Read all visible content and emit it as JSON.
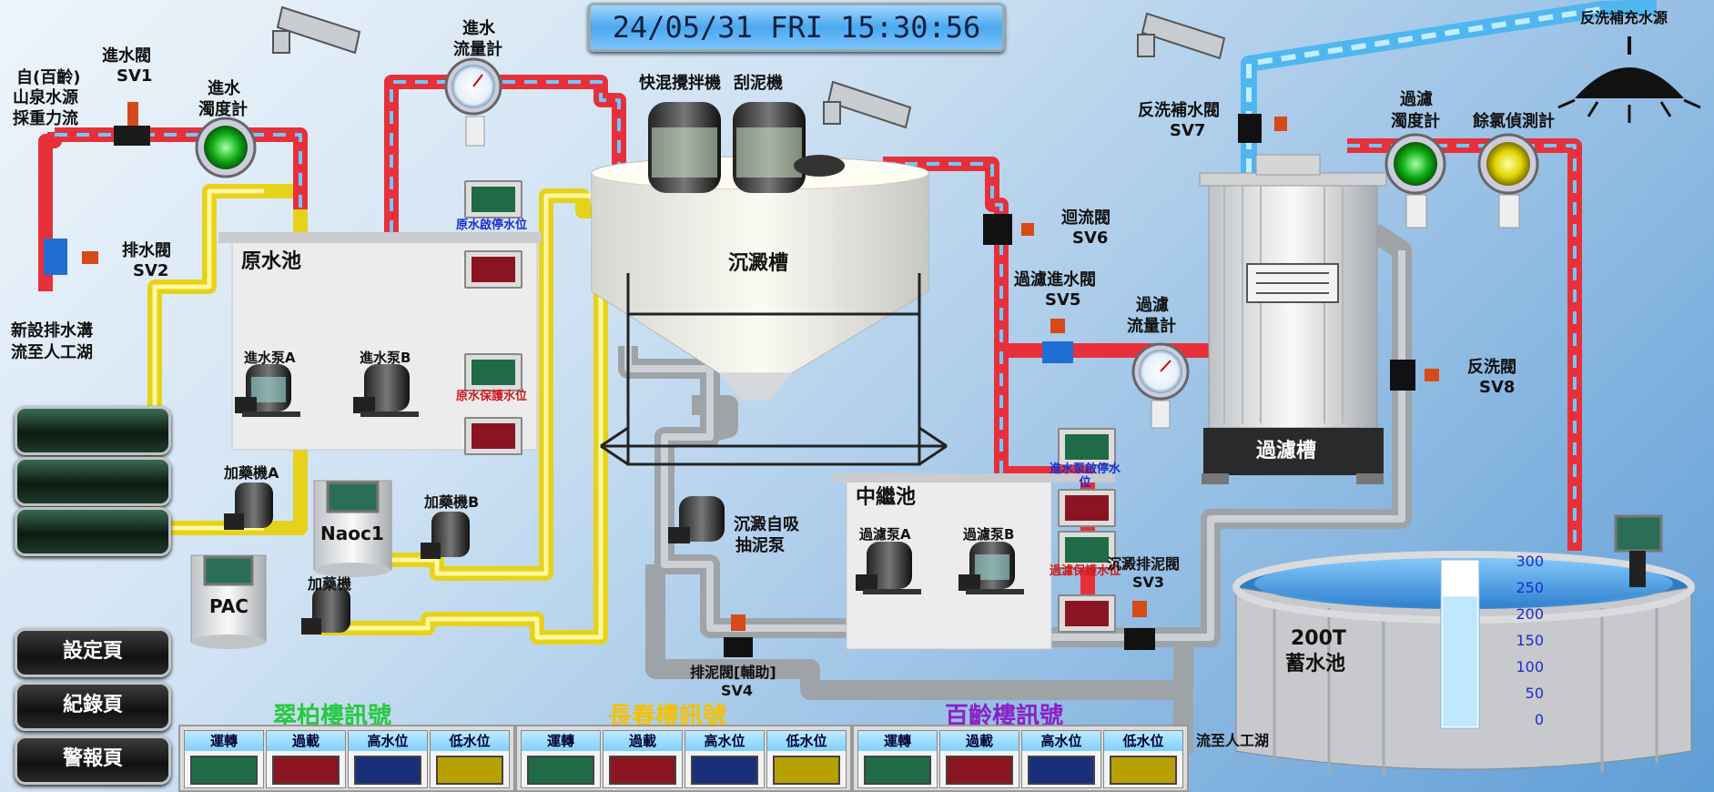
{
  "clock": "24/05/31 FRI 15:30:56",
  "source": {
    "title_lines": [
      "自(百齡)",
      "山泉水源",
      "採重力流"
    ]
  },
  "valves": {
    "sv1": [
      "進水閥",
      "SV1"
    ],
    "sv2": [
      "排水閥",
      "SV2"
    ],
    "sv3": [
      "沉澱排泥閥",
      "SV3"
    ],
    "sv4": [
      "排泥閥[輔助]",
      "SV4"
    ],
    "sv5": [
      "過濾進水閥",
      "SV5"
    ],
    "sv6": [
      "迴流閥",
      "SV6"
    ],
    "sv7": [
      "反洗補水閥",
      "SV7"
    ],
    "sv8": [
      "反洗閥",
      "SV8"
    ]
  },
  "meters": {
    "inlet_turbidity": [
      "進水",
      "濁度計"
    ],
    "inlet_flow": [
      "進水",
      "流量計"
    ],
    "filter_flow": [
      "過濾",
      "流量計"
    ],
    "filter_turbidity": [
      "過濾",
      "濁度計"
    ],
    "residual_chlorine": [
      "餘氯偵測計"
    ]
  },
  "drain_note": [
    "新設排水溝",
    "流至人工湖"
  ],
  "raw_tank": {
    "title": "原水池",
    "pump_a": "進水泵A",
    "pump_b": "進水泵B",
    "stop_level": "原水啟停水位",
    "protect_level": "原水保護水位"
  },
  "sedimentation": {
    "title": "沉澱槽",
    "mixer": "快混攪拌機",
    "scraper": "刮泥機",
    "sludge_pump": [
      "沉澱自吸",
      "抽泥泵"
    ]
  },
  "relay_tank": {
    "title": "中繼池",
    "pump_a": "過濾泵A",
    "pump_b": "過濾泵B",
    "stop_level": "進水泵啟停水位",
    "protect_level": "過濾保護水位"
  },
  "filter_tank": {
    "title": "過濾槽"
  },
  "storage_tank": {
    "title": [
      "200T",
      "蓄水池"
    ],
    "scale": [
      "300",
      "250",
      "200",
      "150",
      "100",
      "50",
      "0"
    ]
  },
  "dosing": {
    "machine_a": "加藥機A",
    "machine_b": "加藥機B",
    "machine": "加藥機",
    "naoc1": "Naoc1",
    "pac": "PAC"
  },
  "backwash_source": "反洗補充水源",
  "outflow": "流至人工湖",
  "buttons": {
    "settings": "設定頁",
    "records": "紀錄頁",
    "alarms": "警報頁"
  },
  "signals": [
    {
      "title": "翠柏樓訊號",
      "color": "#27c93f",
      "items": [
        "運轉",
        "過載",
        "高水位",
        "低水位"
      ]
    },
    {
      "title": "長春樓訊號",
      "color": "#f2c200",
      "items": [
        "運轉",
        "過載",
        "高水位",
        "低水位"
      ]
    },
    {
      "title": "百齡樓訊號",
      "color": "#8a21c8",
      "items": [
        "運轉",
        "過載",
        "高水位",
        "低水位"
      ]
    }
  ],
  "colors": {
    "run": "#1f6b45",
    "overload": "#8a1420",
    "high": "#1a2f7a",
    "low": "#b8a000",
    "pipe_red": "#e8303a",
    "pipe_yellow": "#f2e23c",
    "pipe_gray": "#a9adb2",
    "pipe_blue": "#4fb6f0"
  },
  "storage_level_pct": 0.78
}
